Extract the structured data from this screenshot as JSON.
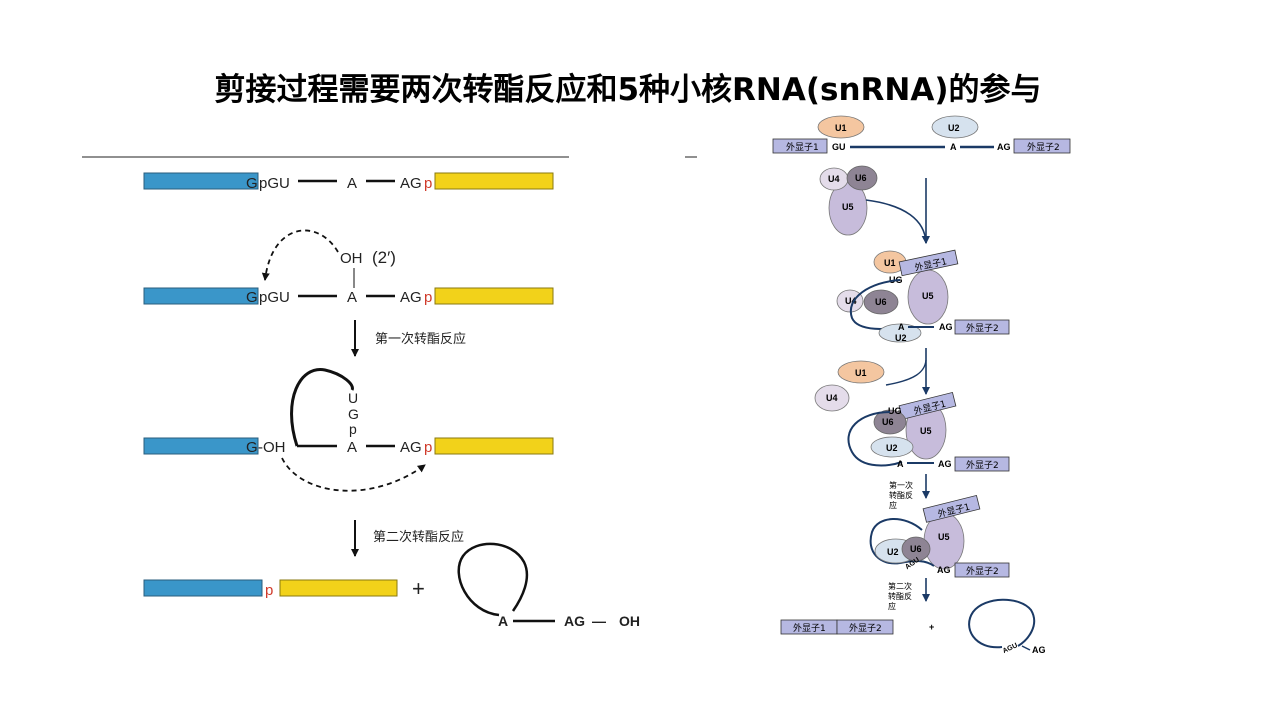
{
  "title": "剪接过程需要两次转酯反应和5种小核RNA(snRNA)的参与",
  "colors": {
    "exon1": "#3a96c9",
    "exon2": "#f2d21a",
    "phosphate": "#d03a2a",
    "right_strand": "#1b3a66",
    "u1": "#f4c6a0",
    "u2": "#d6e2ee",
    "u4": "#e4dcea",
    "u5": "#c7bcdb",
    "u6": "#8e8494",
    "exon_box": "#b6b8e2"
  },
  "left_panel": {
    "step1": {
      "G": "G",
      "pGU": "pGU",
      "A": "A",
      "AG": "AG",
      "p": "p"
    },
    "step2": {
      "OH": "OH",
      "oh_pos": "(2′)",
      "G": "G",
      "pGU": "pGU",
      "A": "A",
      "AG": "AG",
      "p": "p"
    },
    "reaction1": "第一次转酯反应",
    "step3": {
      "G": "G",
      "OH": "-OH",
      "U": "U",
      "G2": "G",
      "p": "p",
      "A": "A",
      "AG": "AG",
      "p2": "p"
    },
    "reaction2": "第二次转酯反应",
    "step4": {
      "p": "p",
      "plus": "+",
      "A": "A",
      "AG": "AG",
      "dash": "—",
      "OH": "OH"
    }
  },
  "right_panel": {
    "exon1": "外显子1",
    "exon2": "外显子2",
    "U1": "U1",
    "U2": "U2",
    "U4": "U4",
    "U5": "U5",
    "U6": "U6",
    "GU": "GU",
    "A": "A",
    "AG": "AG",
    "UG": "UG",
    "AGU": "AGU",
    "reaction1": [
      "第一次",
      "转酯反",
      "应"
    ],
    "reaction2": [
      "第二次",
      "转酯反",
      "应"
    ],
    "plus": "+"
  }
}
